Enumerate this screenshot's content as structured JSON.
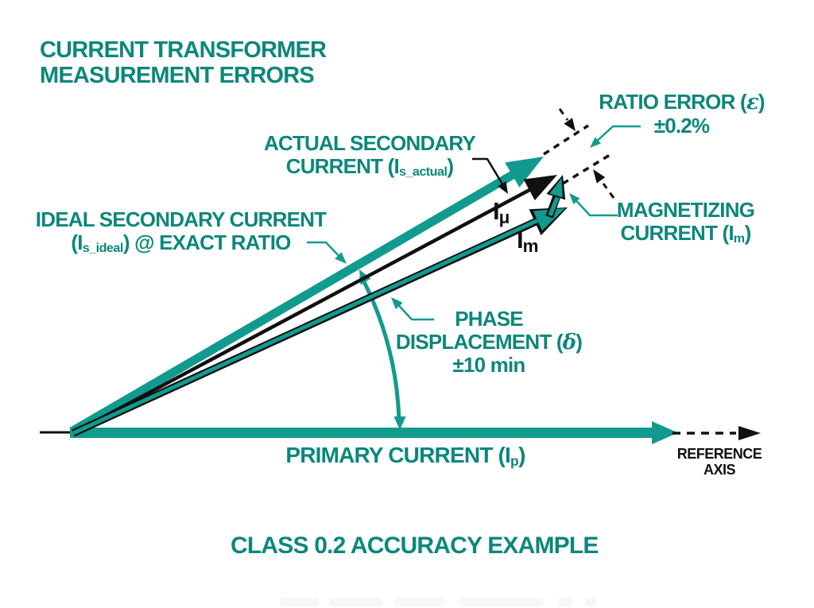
{
  "colors": {
    "teal": "#109B8E",
    "teal_text": "#0C877B",
    "ink": "#101010",
    "background": "#FFFFFF",
    "watermark": "#F7F7F7"
  },
  "title": {
    "line1": "CURRENT TRANSFORMER",
    "line2": "MEASUREMENT ERRORS"
  },
  "labels": {
    "actual": {
      "line1": "ACTUAL SECONDARY",
      "line2_pre": "CURRENT (I",
      "line2_sub": "s_actual",
      "line2_post": ")"
    },
    "ideal": {
      "line1": "IDEAL SECONDARY CURRENT",
      "line2_pre": "(I",
      "line2_sub": "s_ideal",
      "line2_post": ") @ EXACT RATIO"
    },
    "ratio": {
      "line1_pre": "RATIO ERROR (",
      "line1_sym": "ε",
      "line1_post": ")",
      "line2": "±0.2%"
    },
    "magnetizing": {
      "line1": "MAGNETIZING",
      "line2_pre": "CURRENT (I",
      "line2_sub": "m",
      "line2_post": ")"
    },
    "phase": {
      "line1": "PHASE",
      "line2_pre": "DISPLACEMENT (",
      "line2_sym": "δ",
      "line2_post": ")",
      "line3": "±10 min"
    },
    "primary": {
      "pre": "PRIMARY CURRENT (I",
      "sub": "p",
      "post": ")"
    },
    "reference": {
      "line1": "REFERENCE",
      "line2": "AXIS"
    },
    "class_note": "CLASS 0.2 ACCURACY EXAMPLE",
    "vector_iu": {
      "pre": "I",
      "sub": "μ"
    },
    "vector_im": {
      "pre": "I",
      "sub": "m"
    }
  }
}
